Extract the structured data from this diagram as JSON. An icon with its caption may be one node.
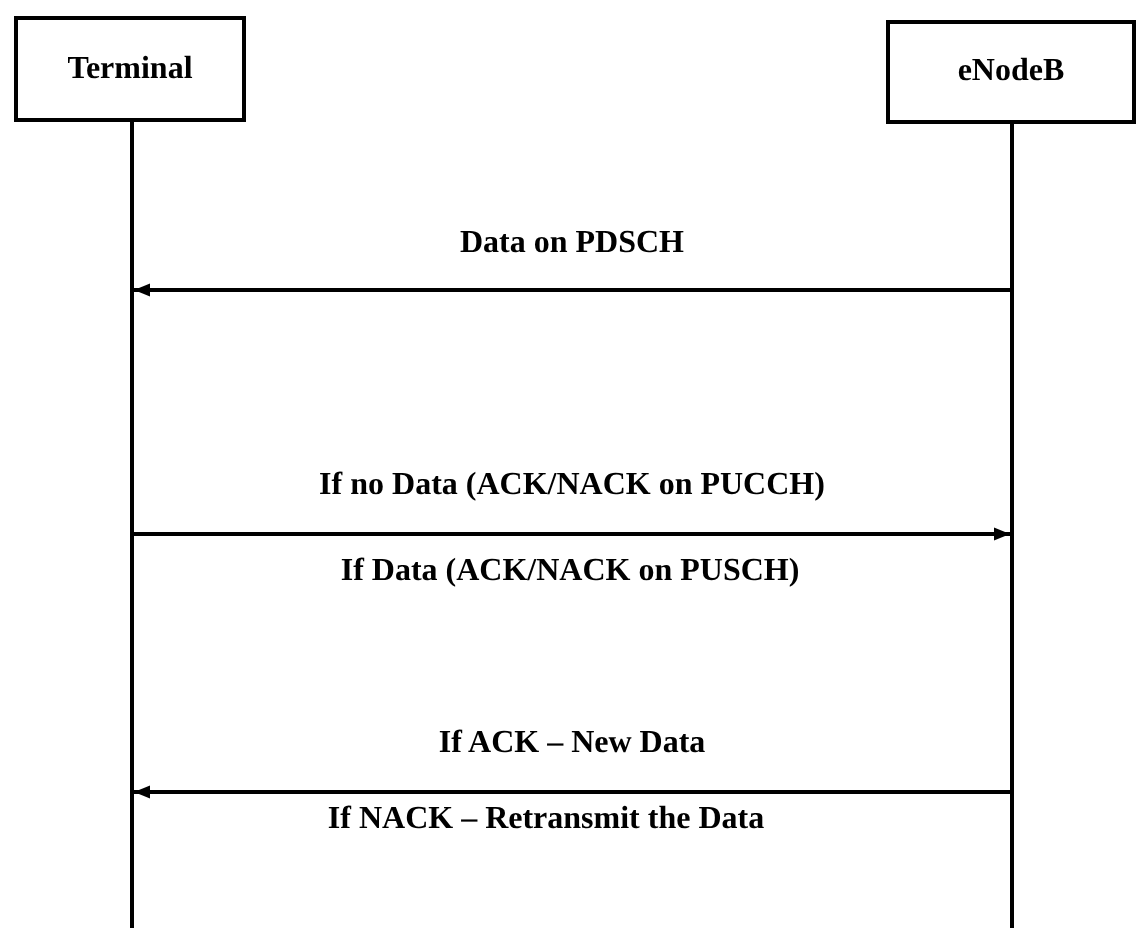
{
  "diagram": {
    "nodes": [
      {
        "text": [
          "Terminal"
        ]
      },
      {
        "text": [
          "eNodeB"
        ]
      },
      {
        "text": [],
        "shape": "bar"
      },
      {
        "text": [],
        "shape": "bar"
      }
    ],
    "edges": [
      {
        "from": 3,
        "to": 2,
        "arrow": "to",
        "label": "Data on PDSCH"
      },
      {
        "from": 2,
        "to": 3,
        "arrow": "to",
        "label": "If no Data (ACK/NACK on PUCCH)"
      },
      {
        "from": 3,
        "to": 2,
        "arrow": "to",
        "label": "If ACK – New Data"
      }
    ],
    "labels": [
      "If Data (ACK/NACK on PUSCH)",
      "If NACK – Retransmit the Data"
    ]
  }
}
